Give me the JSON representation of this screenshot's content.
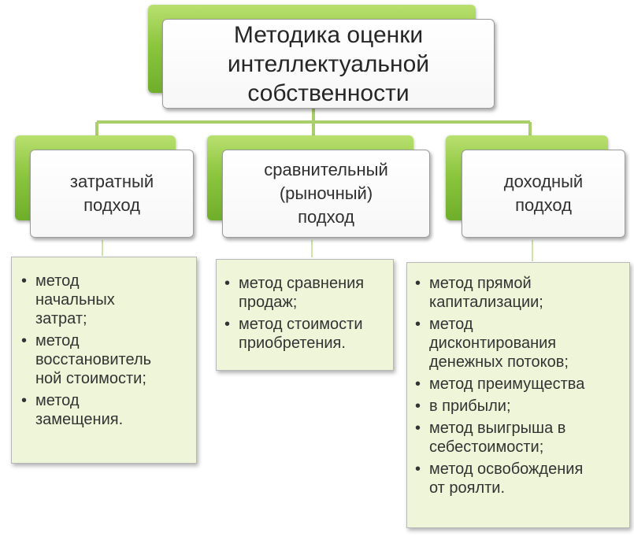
{
  "title": "Методика оценки\nинтеллектуальной\nсобственности",
  "approaches": [
    {
      "label": "затратный\nподход",
      "methods": [
        "метод\nначальных\nзатрат;",
        "метод\nвосстановитель\nной стоимости;",
        "метод\nзамещения."
      ]
    },
    {
      "label": "сравнительный\n(рыночный)\nподход",
      "methods": [
        "метод сравнения\nпродаж;",
        "метод стоимости\nприобретения."
      ]
    },
    {
      "label": "доходный\nподход",
      "methods": [
        "метод прямой\nкапитализации;",
        "метод\nдисконтирования\nденежных потоков;",
        "метод преимущества",
        "в прибыли;",
        "метод выигрыша в\nсебестоимости;",
        "метод освобождения\nот роялти."
      ]
    }
  ],
  "colors": {
    "accent_green": "#8dc63f",
    "connector_green": "#a9cf6b",
    "list_background": "#eef5d8"
  }
}
